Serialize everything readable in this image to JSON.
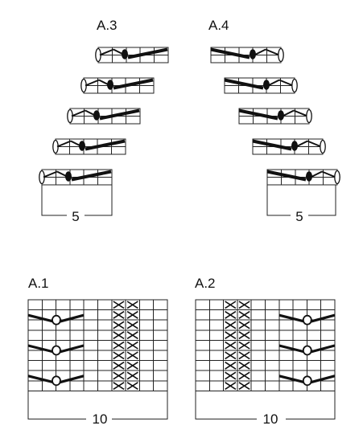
{
  "charts": {
    "a3": {
      "title": "A.3",
      "repeat_label": "5"
    },
    "a4": {
      "title": "A.4",
      "repeat_label": "5"
    },
    "a1": {
      "title": "A.1",
      "repeat_label": "10"
    },
    "a2": {
      "title": "A.2",
      "repeat_label": "10"
    }
  },
  "colors": {
    "ink": "#111111",
    "grid": "#222222"
  }
}
